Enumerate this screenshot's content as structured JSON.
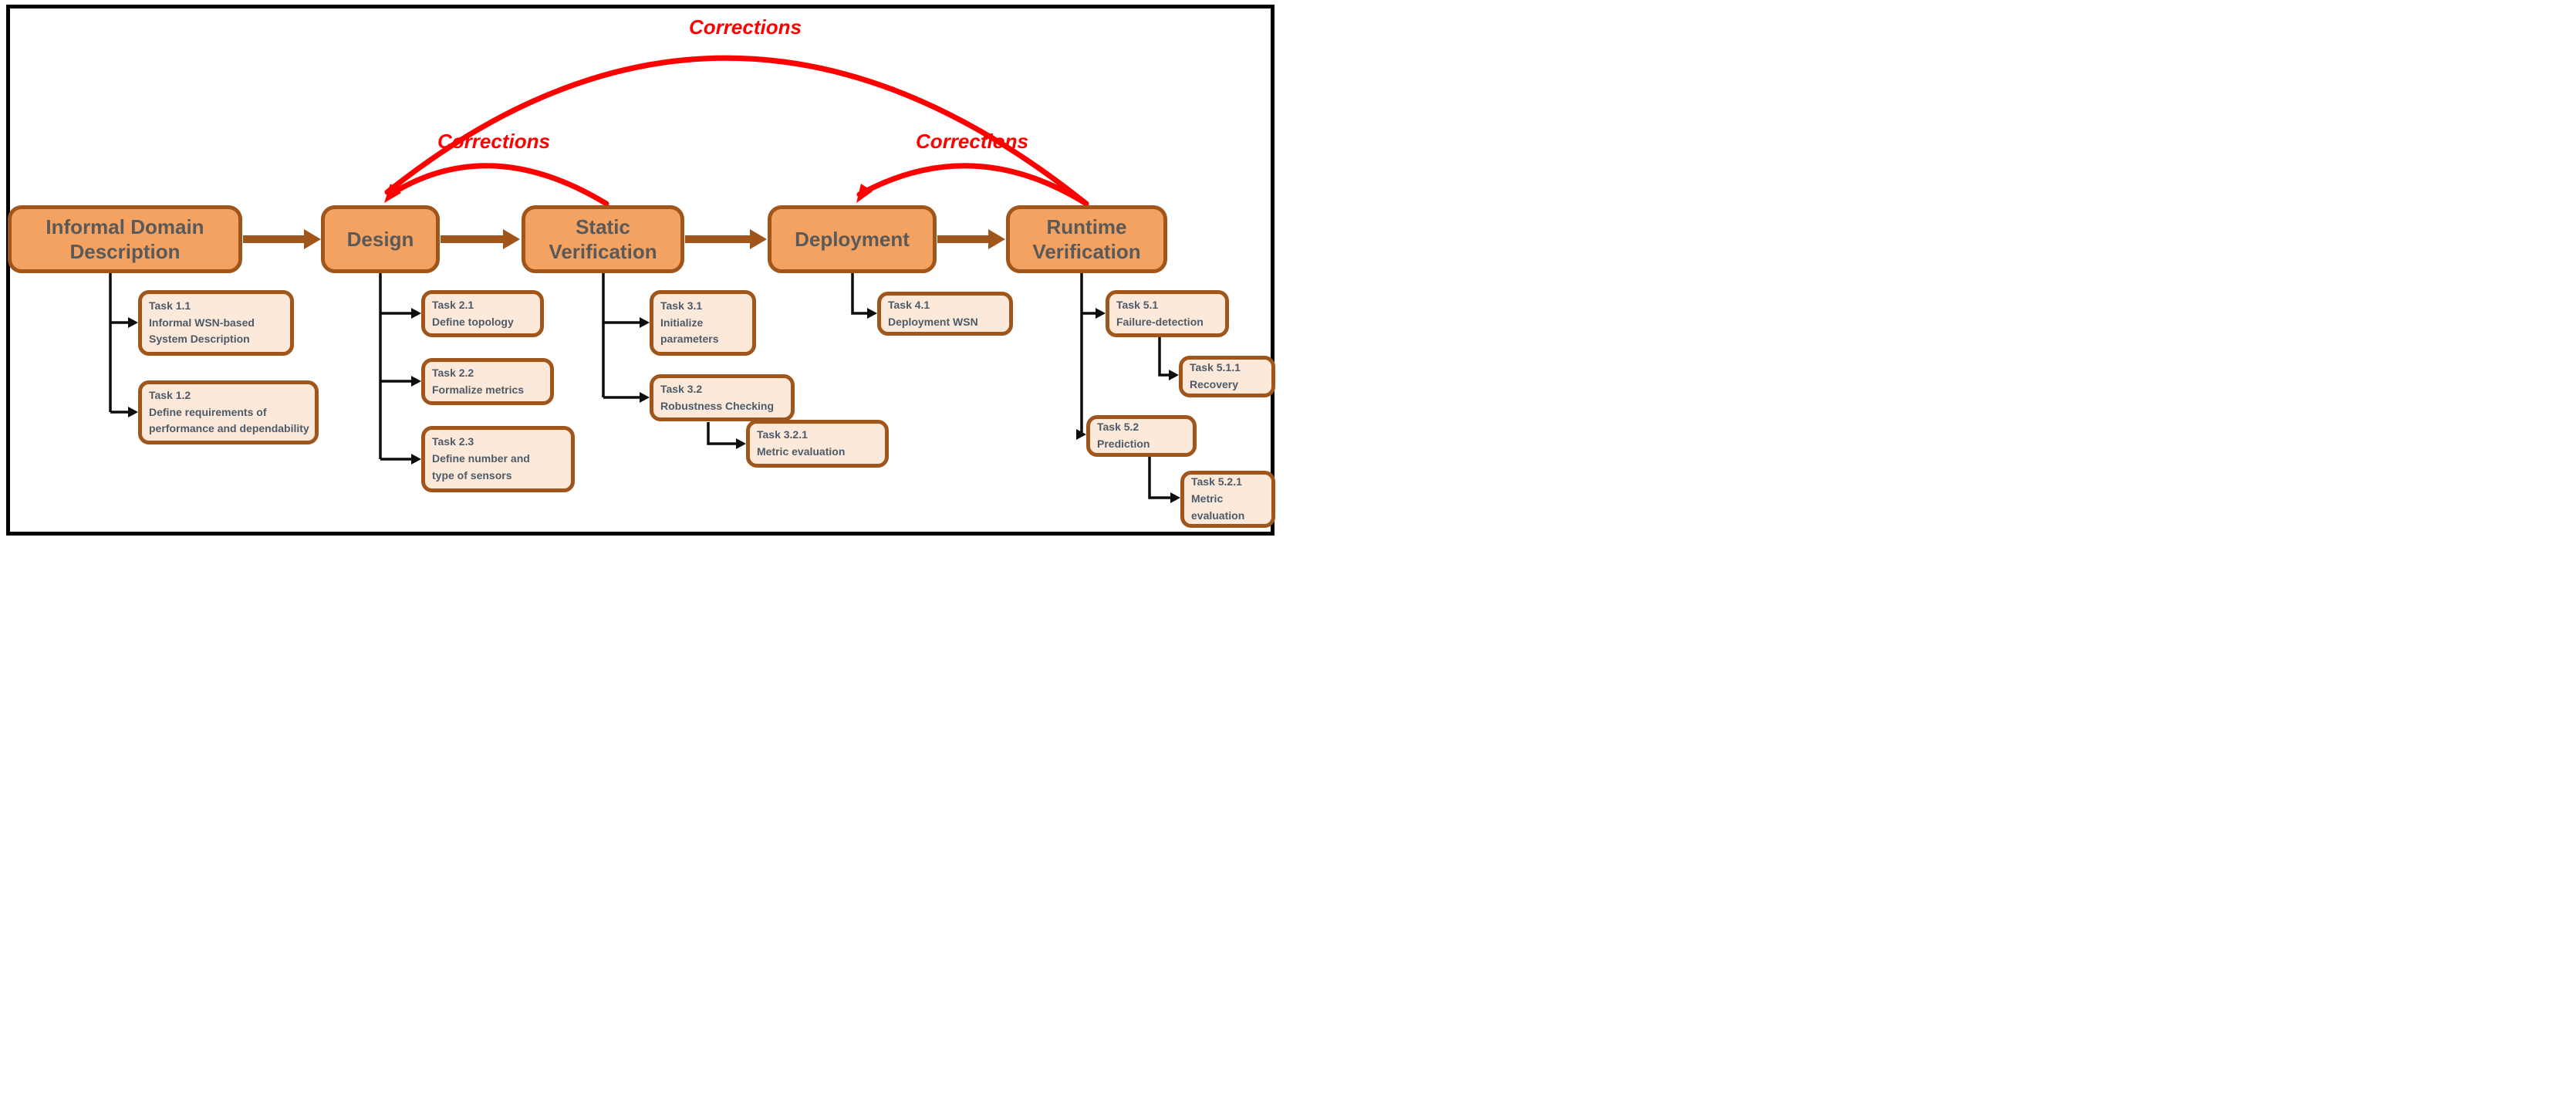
{
  "colors": {
    "phase_fill": "#F3A262",
    "phase_border": "#A0551B",
    "phase_text": "#595959",
    "task_fill": "#FCE9DA",
    "task_border": "#A0551B",
    "task_text": "#4D5A68",
    "flow_arrow": "#A0551B",
    "connector": "#0D0D0D",
    "corrections": "#FF0000",
    "frame": "#000000",
    "background": "#FFFFFF"
  },
  "corrections": {
    "top": "Corrections",
    "left": "Corrections",
    "right": "Corrections"
  },
  "phases": [
    {
      "label": "Informal Domain Description"
    },
    {
      "label": "Design"
    },
    {
      "label": "Static Verification"
    },
    {
      "label": "Deployment"
    },
    {
      "label": "Runtime Verification"
    }
  ],
  "tasks": [
    {
      "title": "Task 1.1",
      "desc": "Informal WSN-based\nSystem Description"
    },
    {
      "title": "Task 1.2",
      "desc": "Define requirements of\nperformance and dependability"
    },
    {
      "title": "Task 2.1",
      "desc": "Define topology"
    },
    {
      "title": "Task 2.2",
      "desc": "Formalize metrics"
    },
    {
      "title": "Task 2.3",
      "desc": "Define number and\ntype of sensors"
    },
    {
      "title": "Task 3.1",
      "desc": "Initialize\nparameters"
    },
    {
      "title": "Task 3.2",
      "desc": "Robustness Checking"
    },
    {
      "title": "Task 3.2.1",
      "desc": "Metric evaluation"
    },
    {
      "title": "Task 4.1",
      "desc": "Deployment WSN"
    },
    {
      "title": "Task 5.1",
      "desc": "Failure-detection"
    },
    {
      "title": "Task 5.1.1",
      "desc": "Recovery"
    },
    {
      "title": "Task 5.2",
      "desc": "Prediction"
    },
    {
      "title": "Task 5.2.1",
      "desc": "Metric\nevaluation"
    }
  ]
}
